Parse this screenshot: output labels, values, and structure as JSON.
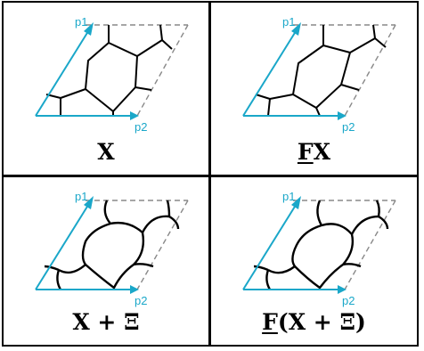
{
  "colors": {
    "axis": "#1aa7c9",
    "edge": "#000000",
    "guide": "#888888"
  },
  "axis_labels": {
    "p1": "p1",
    "p2": "p2"
  },
  "panels": [
    {
      "id": "X",
      "caption_parts": [
        "",
        "",
        "X"
      ]
    },
    {
      "id": "FX",
      "caption_parts": [
        "",
        "F",
        "X"
      ]
    },
    {
      "id": "X+Xi",
      "caption_parts": [
        "",
        "",
        "X + Ξ"
      ]
    },
    {
      "id": "F(X+Xi)",
      "caption_parts": [
        "",
        "F",
        "(X + Ξ)"
      ]
    }
  ]
}
